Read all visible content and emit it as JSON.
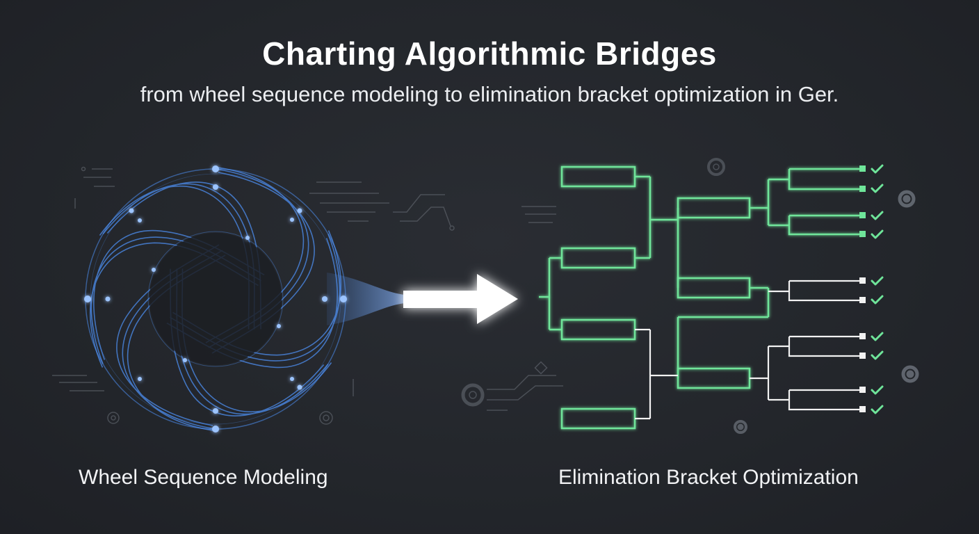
{
  "header": {
    "title": "Charting Algorithmic Bridges",
    "subtitle": "from wheel sequence modeling to elimination bracket optimization in Ger."
  },
  "panels": {
    "left_label": "Wheel Sequence Modeling",
    "right_label": "Elimination Bracket Optimization"
  },
  "icons": {
    "arrow": "right-arrow-icon",
    "check": "check-icon",
    "gear": "gear-icon"
  },
  "colors": {
    "wheel": "#4d8ef0",
    "bracket_green": "#6fe59a",
    "bracket_white": "#f2f2f2",
    "background": "#23262b"
  }
}
